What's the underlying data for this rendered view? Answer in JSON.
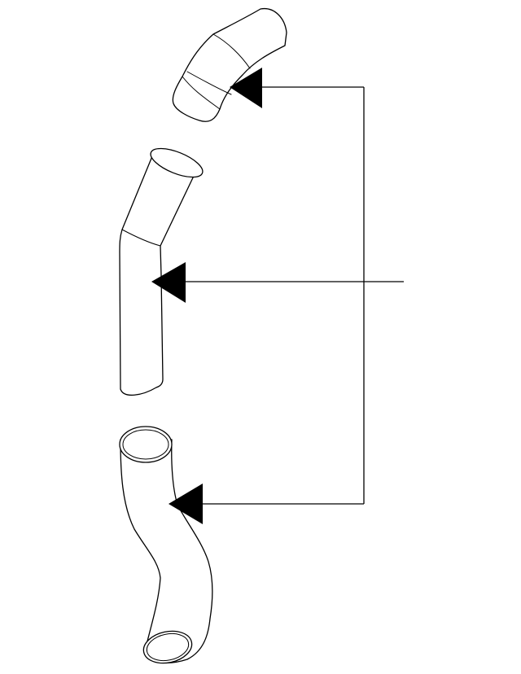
{
  "diagram": {
    "type": "exploded-parts-callout",
    "line_color": "#000000",
    "background_color": "#ffffff",
    "parts": [
      {
        "shape": "elbow-hose"
      },
      {
        "shape": "bent-pipe"
      },
      {
        "shape": "s-curved-hose"
      }
    ],
    "callout": {
      "arrow_count": 3,
      "arrowhead_style": "filled-triangle"
    }
  }
}
